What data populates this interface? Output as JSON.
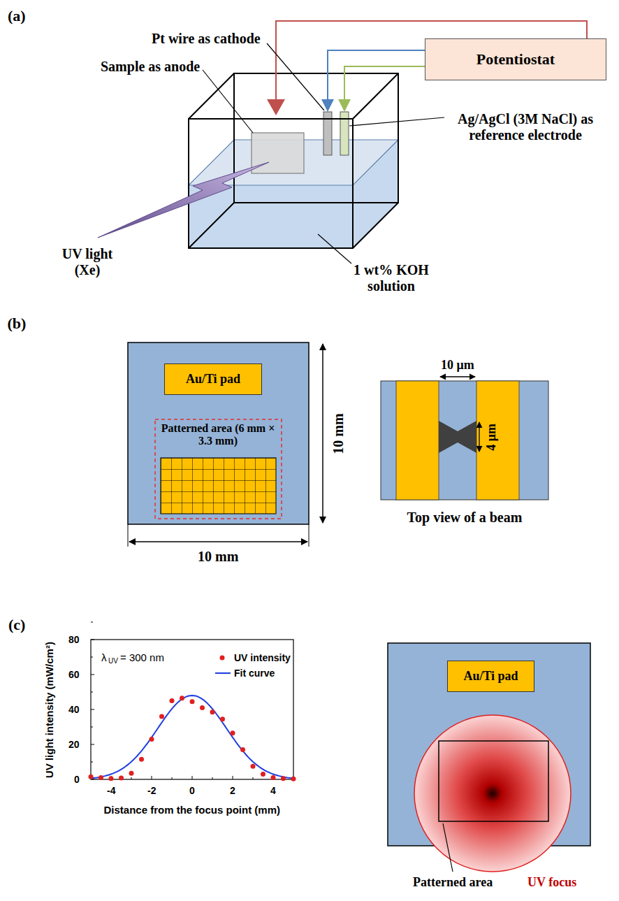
{
  "diagram": {
    "nodes": [
      {
        "text": [
          "Potentiostat"
        ]
      },
      {
        "text": [
          "Au/Ti pad"
        ]
      },
      {
        "text": [
          "Au/Ti pad"
        ]
      }
    ],
    "labels": [
      "(a)",
      "Pt wire as cathode",
      "Sample as anode",
      "Ag/AgCl (3M NaCl) as reference electrode",
      "UV light (Xe)",
      "1 wt% KOH solution",
      "(b)",
      "Patterned area (6 mm × 3.3 mm)",
      "10 mm",
      "10 mm",
      "10 μm",
      "4 μm",
      "Top view of a beam",
      "(c)",
      "λ",
      "UV",
      "= 300 nm",
      "UV light intensity (mW/cm²)",
      "0",
      "20",
      "40",
      "60",
      "80",
      "-4",
      "-2",
      "0",
      "2",
      "4",
      "Distance from the focus point (mm)",
      "Patterned area",
      "UV focus"
    ],
    "legend": [
      {
        "text": "UV intensity"
      },
      {
        "text": "Fit curve"
      }
    ]
  }
}
